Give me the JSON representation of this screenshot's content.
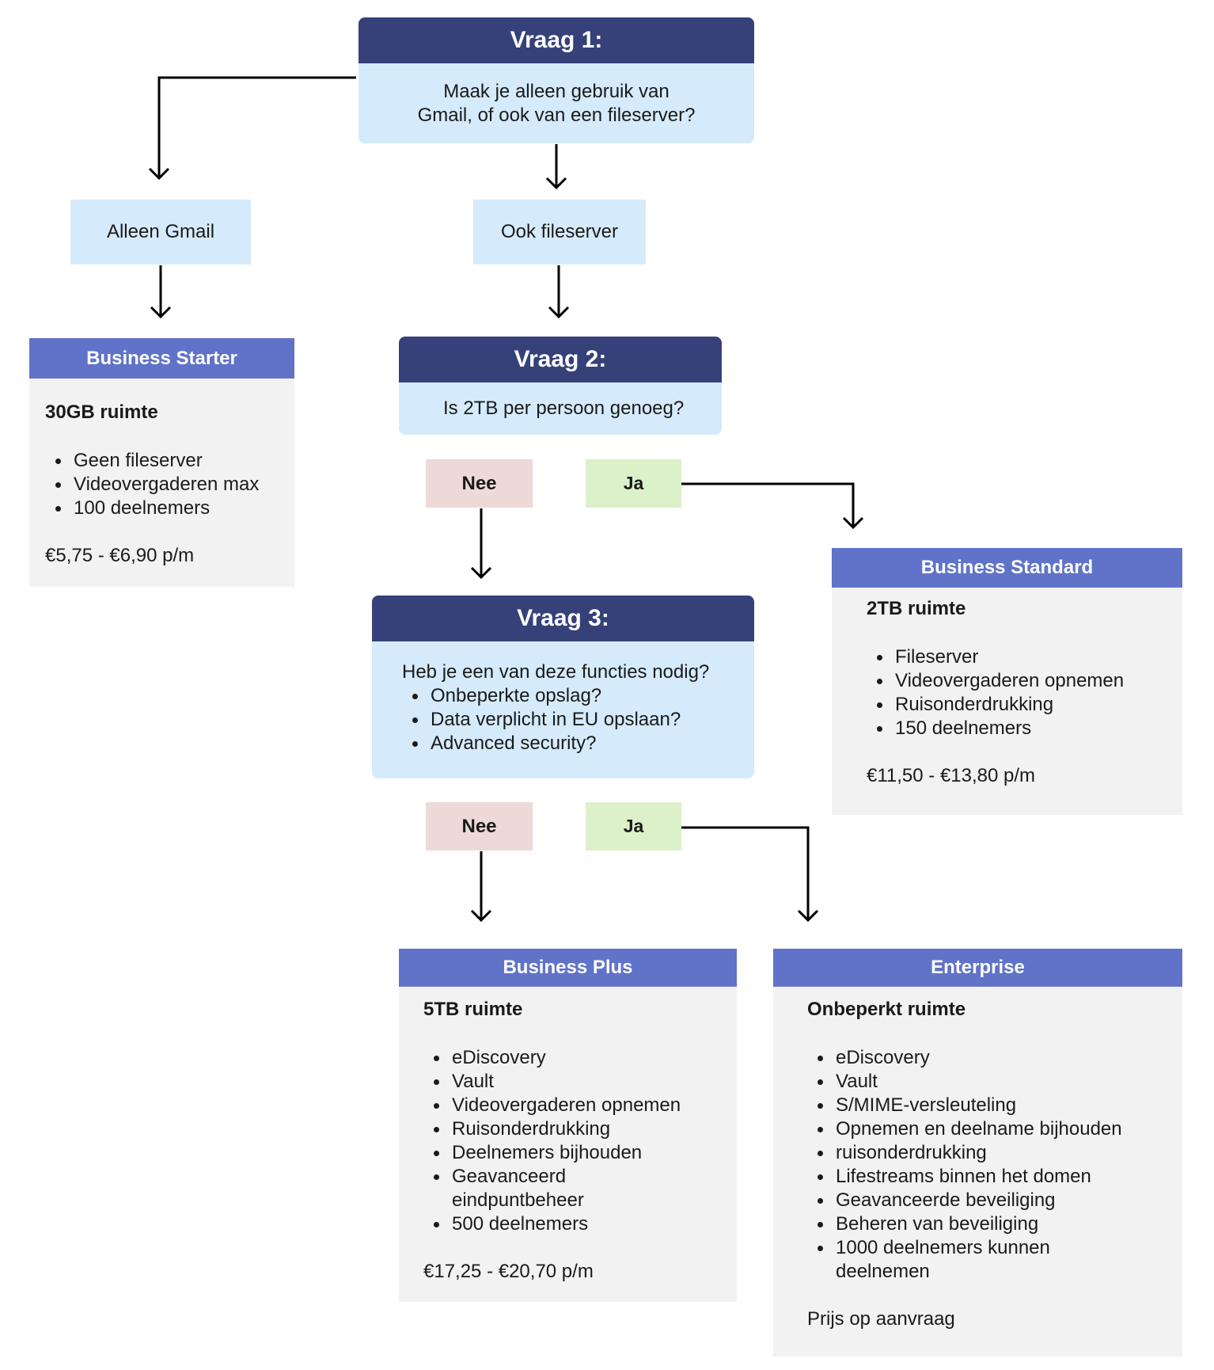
{
  "vraag1": {
    "title": "Vraag 1:",
    "lines": [
      "Maak je alleen gebruik van",
      "Gmail, of ook van een fileserver?"
    ]
  },
  "answers1": {
    "left": "Alleen Gmail",
    "right": "Ook fileserver"
  },
  "vraag2": {
    "title": "Vraag 2:",
    "text": "Is 2TB per persoon genoeg?"
  },
  "vraag2_answers": {
    "no": "Nee",
    "yes": "Ja"
  },
  "vraag3": {
    "title": "Vraag 3:",
    "intro": "Heb je een van deze functies nodig?",
    "items": [
      "Onbeperkte opslag?",
      "Data verplicht in EU opslaan?",
      "Advanced security?"
    ]
  },
  "vraag3_answers": {
    "no": "Nee",
    "yes": "Ja"
  },
  "plans": {
    "starter": {
      "name": "Business Starter",
      "space": "30GB ruimte",
      "features": [
        "Geen fileserver",
        "Videovergaderen max",
        "100 deelnemers"
      ],
      "price": "€5,75 - €6,90 p/m"
    },
    "standard": {
      "name": "Business Standard",
      "space": "2TB ruimte",
      "features": [
        "Fileserver",
        "Videovergaderen opnemen",
        "Ruisonderdrukking",
        "150 deelnemers"
      ],
      "price": "€11,50 - €13,80 p/m"
    },
    "plus": {
      "name": "Business Plus",
      "space": "5TB ruimte",
      "features": [
        "eDiscovery",
        "Vault",
        "Videovergaderen opnemen",
        "Ruisonderdrukking",
        "Deelnemers bijhouden",
        "Geavanceerd eindpuntbeheer",
        "500 deelnemers"
      ],
      "price": "€17,25 - €20,70 p/m"
    },
    "enterprise": {
      "name": "Enterprise",
      "space": "Onbeperkt ruimte",
      "features": [
        "eDiscovery",
        "Vault",
        "S/MIME-versleuteling",
        "Opnemen en deelname bijhouden",
        "ruisonderdrukking",
        "Lifestreams binnen het domen",
        "Geavanceerde beveiliging",
        "Beheren van beveiliging",
        "1000 deelnemers kunnen deelnemen"
      ],
      "price": "Prijs op aanvraag"
    }
  },
  "colors": {
    "question_header": "#36417a",
    "question_body": "#d5ebfb",
    "plan_header": "#6073c8",
    "plan_body": "#f2f2f2",
    "no": "#eed9d9",
    "yes": "#dcf0ca"
  }
}
